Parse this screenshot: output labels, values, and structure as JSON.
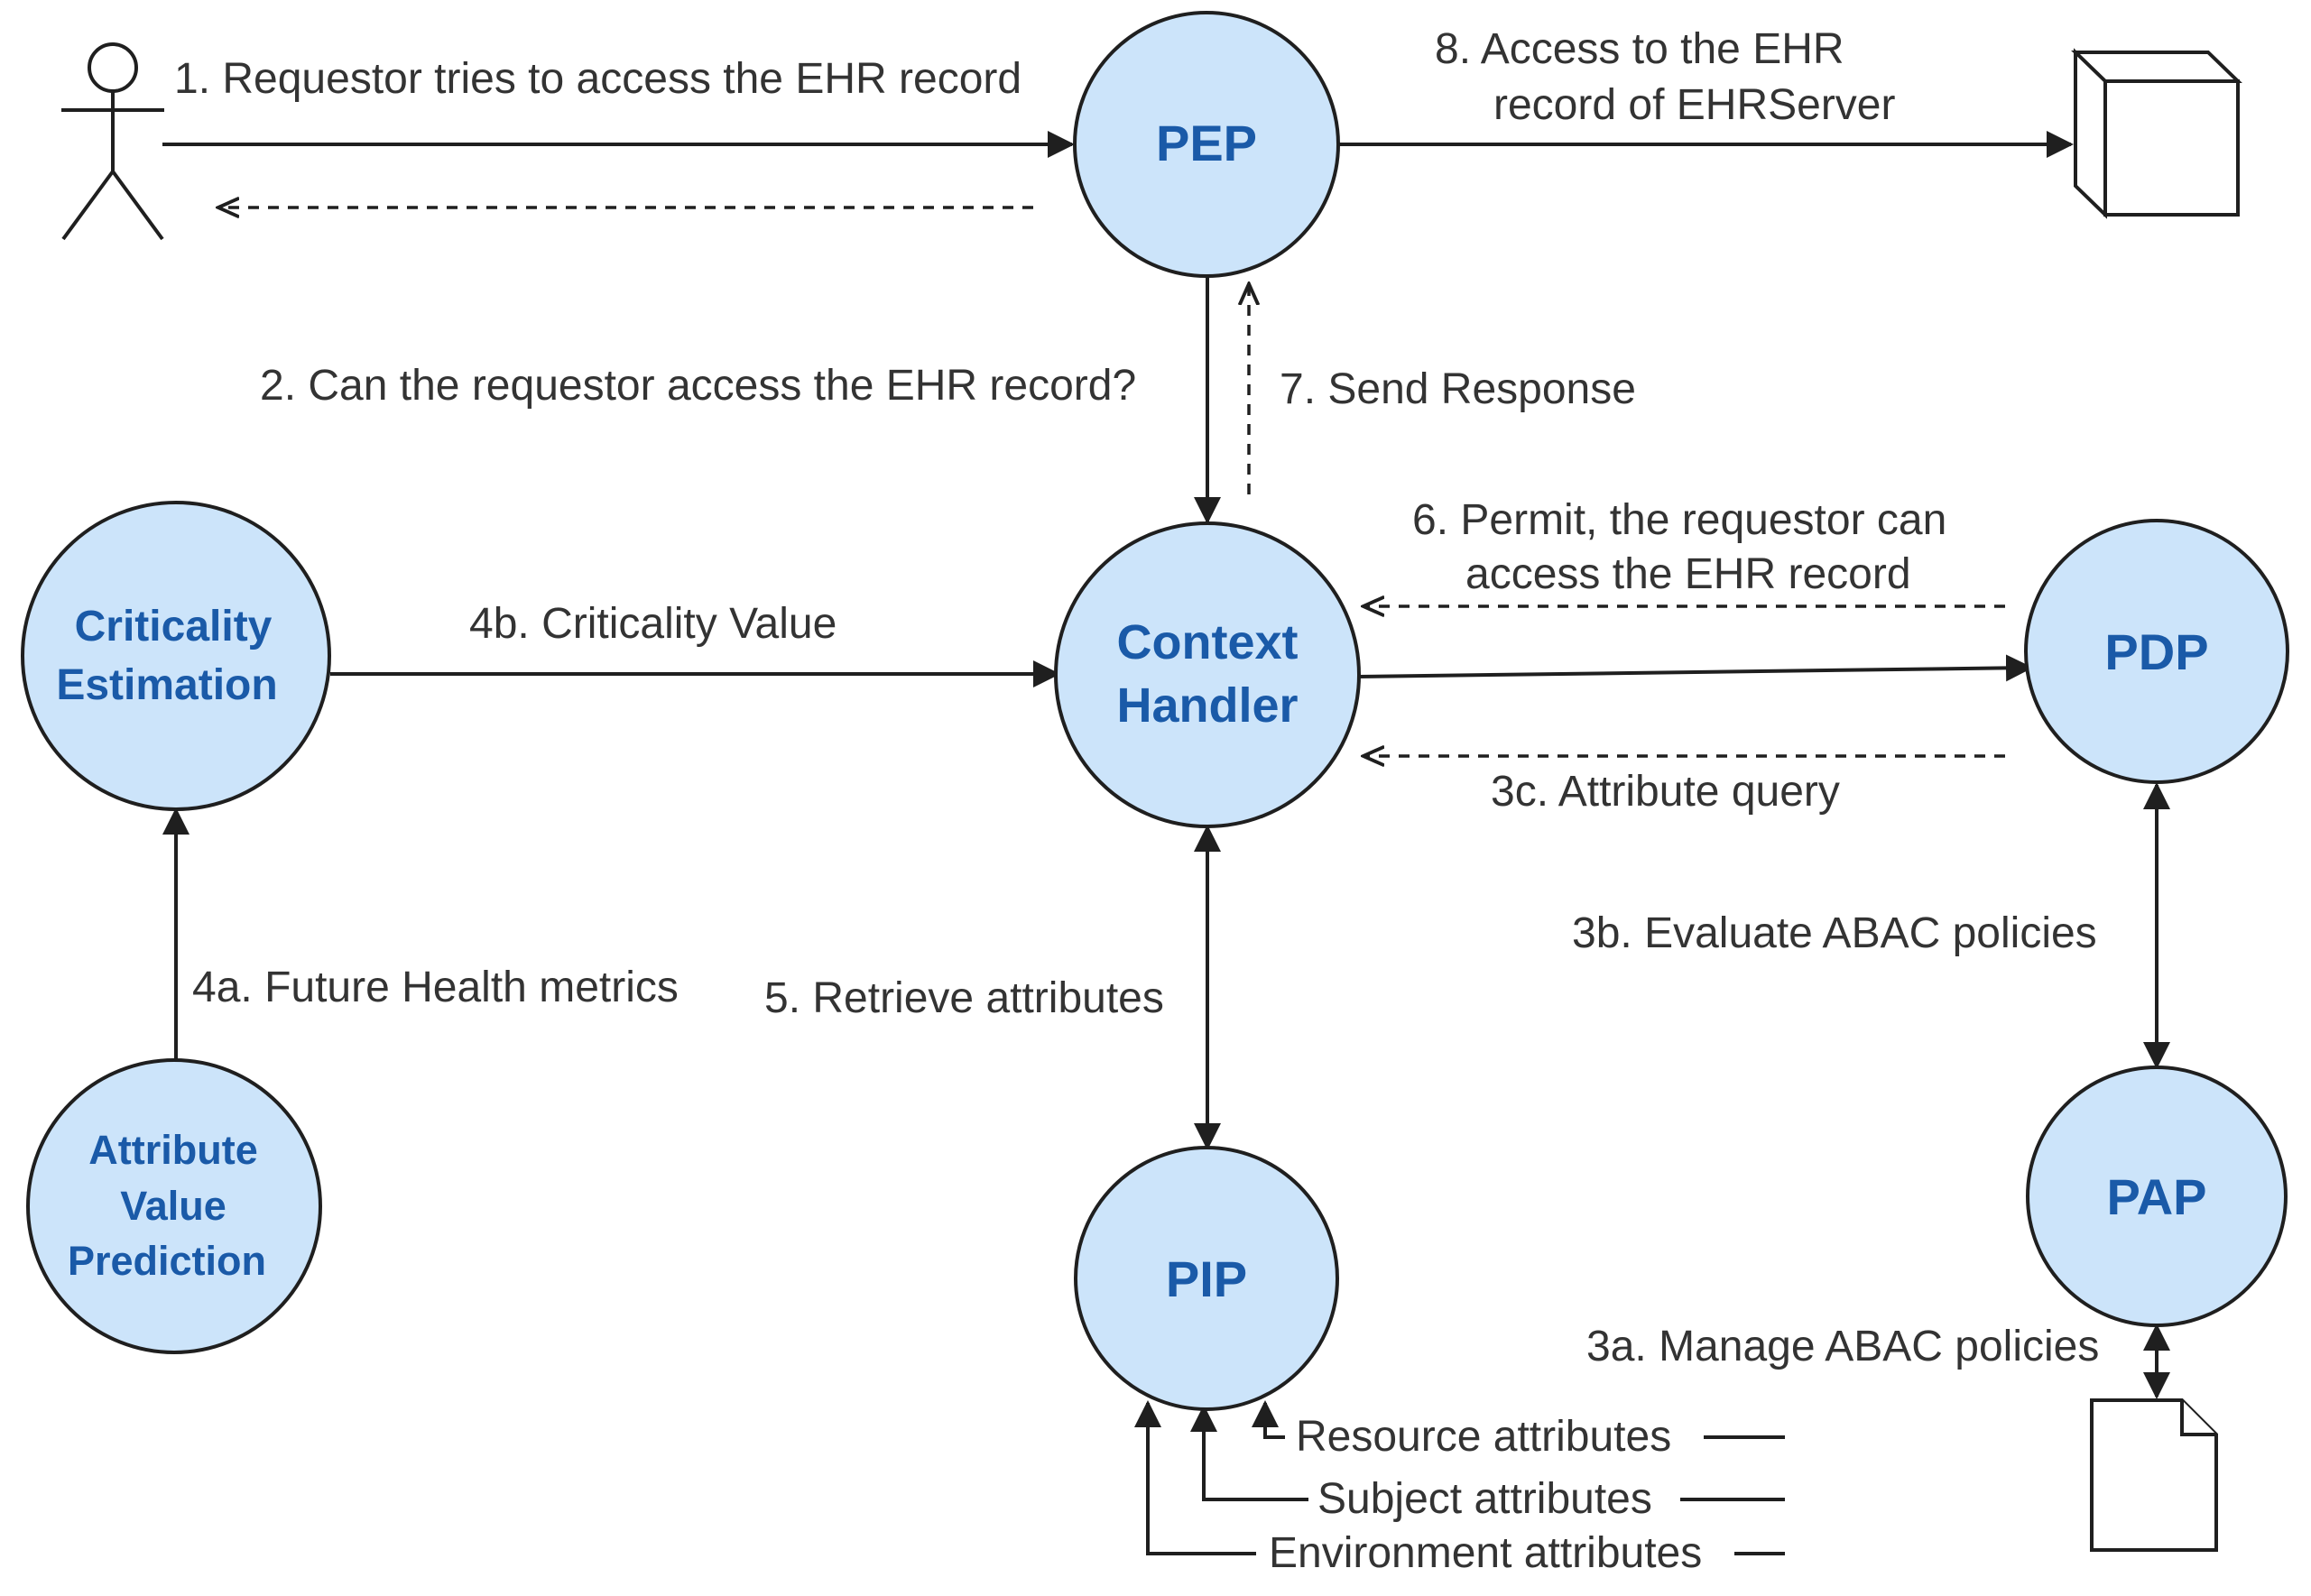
{
  "colors": {
    "node_fill": "#cce4fa",
    "node_text": "#1a5aa8",
    "line": "#1f1f1f",
    "label_text": "#333333"
  },
  "icons": {
    "actor": "stick-figure-icon",
    "server": "cube-icon",
    "policy_store": "document-icon"
  },
  "nodes": {
    "pep": "PEP",
    "context_handler": [
      "Context",
      "Handler"
    ],
    "pdp": "PDP",
    "pap": "PAP",
    "pip": "PIP",
    "criticality_estimation": [
      "Criticality",
      "Estimation"
    ],
    "attribute_value_prediction": [
      "Attribute",
      "Value",
      "Prediction"
    ]
  },
  "edges": {
    "e1": "1. Requestor tries to access the EHR record",
    "e2": "2. Can the requestor access the EHR record?",
    "e3a": "3a. Manage ABAC policies",
    "e3b": "3b. Evaluate ABAC policies",
    "e3c": "3c. Attribute query",
    "e4a": "4a. Future Health metrics",
    "e4b": "4b. Criticality Value",
    "e5": "5. Retrieve attributes",
    "e6": [
      "6. Permit, the requestor can",
      "access the EHR record"
    ],
    "e7": "7. Send Response",
    "e8": [
      "8. Access to the EHR",
      "record of EHRServer"
    ]
  },
  "attributes": {
    "resource": "Resource attributes",
    "subject": "Subject attributes",
    "environment": "Environment attributes"
  }
}
